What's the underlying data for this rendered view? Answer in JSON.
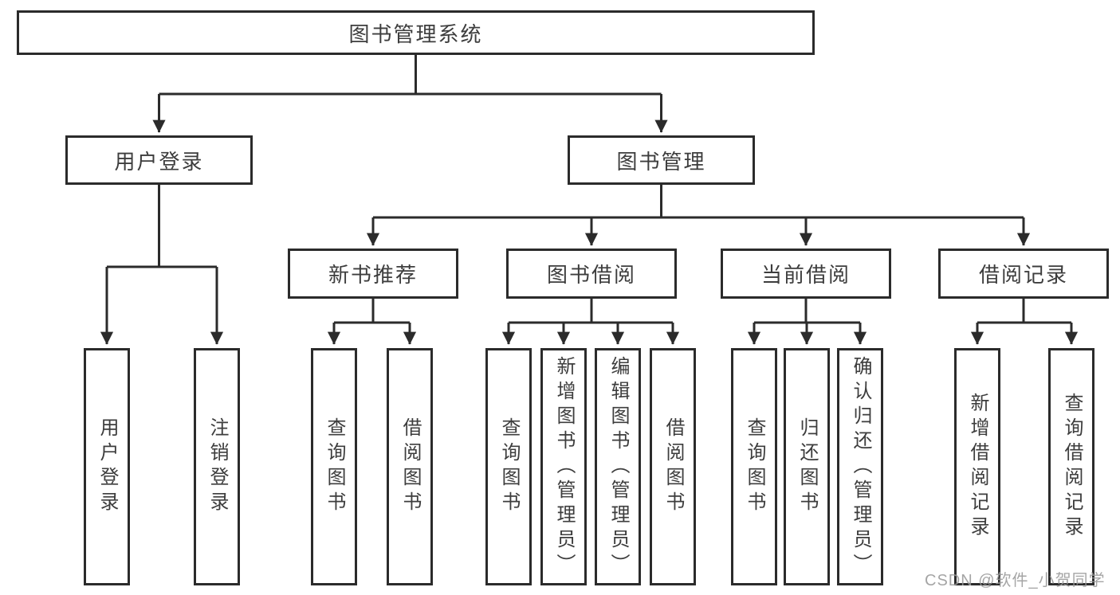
{
  "diagram": {
    "root": {
      "label": "图书管理系统"
    },
    "branches": [
      {
        "label": "用户登录",
        "leaves": [
          {
            "label": "用户登录"
          },
          {
            "label": "注销登录"
          }
        ]
      },
      {
        "label": "图书管理",
        "groups": [
          {
            "label": "新书推荐",
            "leaves": [
              {
                "label": "查询图书"
              },
              {
                "label": "借阅图书"
              }
            ]
          },
          {
            "label": "图书借阅",
            "leaves": [
              {
                "label": "查询图书"
              },
              {
                "label": "新增图书（管理员）"
              },
              {
                "label": "编辑图书（管理员）"
              },
              {
                "label": "借阅图书"
              }
            ]
          },
          {
            "label": "当前借阅",
            "leaves": [
              {
                "label": "查询图书"
              },
              {
                "label": "归还图书"
              },
              {
                "label": "确认归还（管理员）"
              }
            ]
          },
          {
            "label": "借阅记录",
            "leaves": [
              {
                "label": "新增借阅记录"
              },
              {
                "label": "查询借阅记录"
              }
            ]
          }
        ]
      }
    ]
  },
  "watermark": {
    "text": "CSDN @软件_小贺同学"
  },
  "colors": {
    "line": "#2b2b2b",
    "text": "#3d3d3d",
    "watermark": "#989898",
    "background": "#ffffff"
  }
}
